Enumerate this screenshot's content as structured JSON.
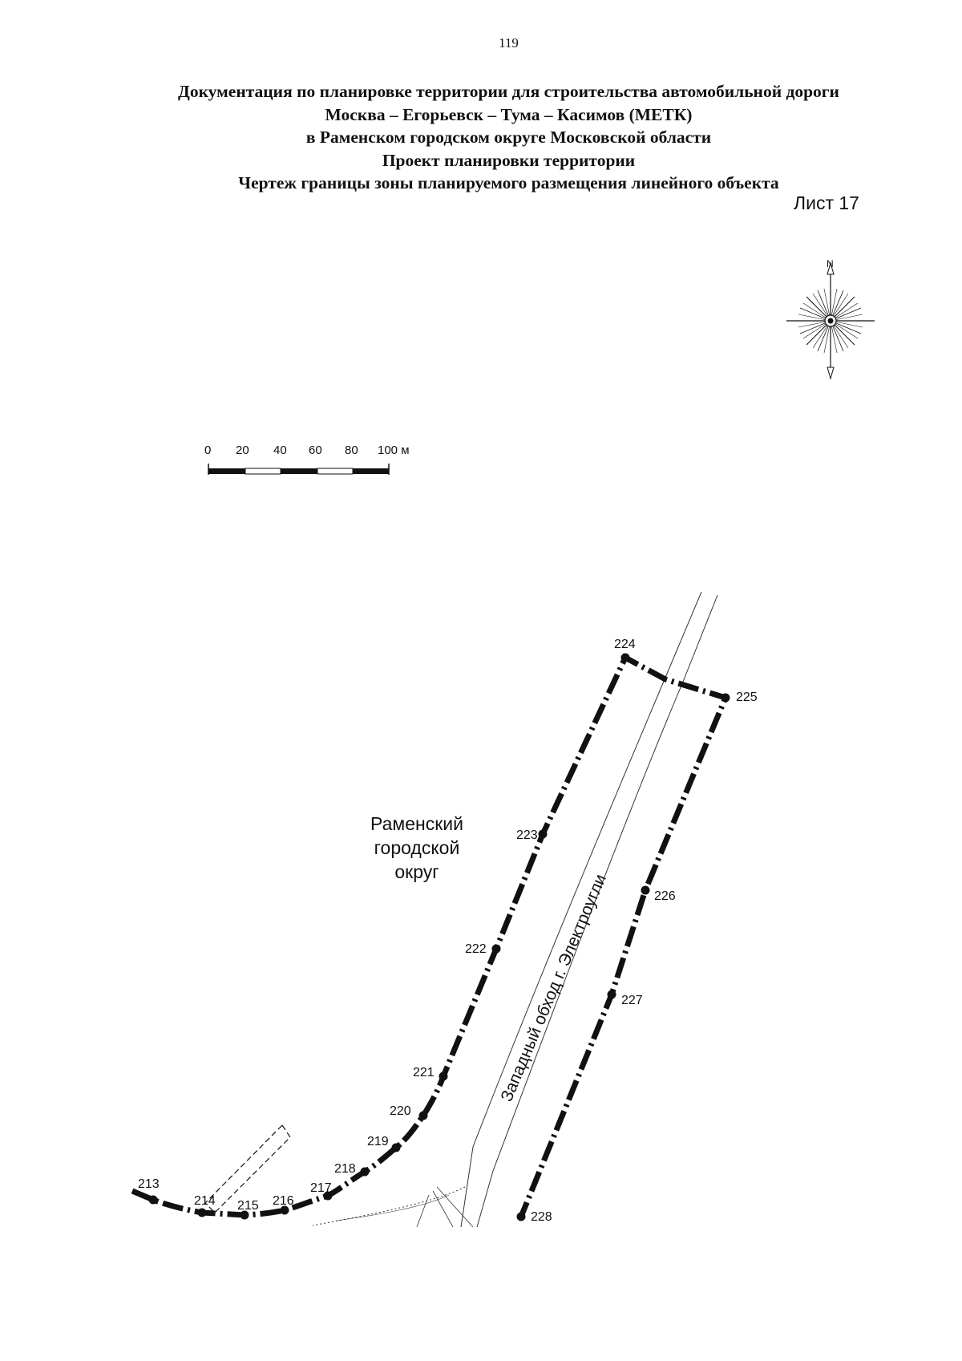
{
  "page_number": "119",
  "title_lines": [
    "Документация по планировке территории для строительства автомобильной дороги",
    "Москва – Егорьевск – Тума – Касимов (МЕТК)",
    "в Раменском городском округе Московской области",
    "Проект планировки территории",
    "Чертеж границы зоны планируемого размещения линейного объекта"
  ],
  "sheet_label": "Лист 17",
  "compass": {
    "north_label": "N",
    "icon": "compass-rose-icon"
  },
  "scale_bar": {
    "ticks": [
      "0",
      "20",
      "40",
      "60",
      "80",
      "100 м"
    ]
  },
  "area_label": [
    "Раменский",
    "городской",
    "округ"
  ],
  "road_label": "Западный обход г. Электроугли",
  "boundary_points": [
    "213",
    "214",
    "215",
    "216",
    "217",
    "218",
    "219",
    "220",
    "221",
    "222",
    "223",
    "224",
    "225",
    "226",
    "227",
    "228"
  ],
  "colors": {
    "ink": "#111111",
    "boundary": "#111111",
    "background": "#ffffff"
  }
}
